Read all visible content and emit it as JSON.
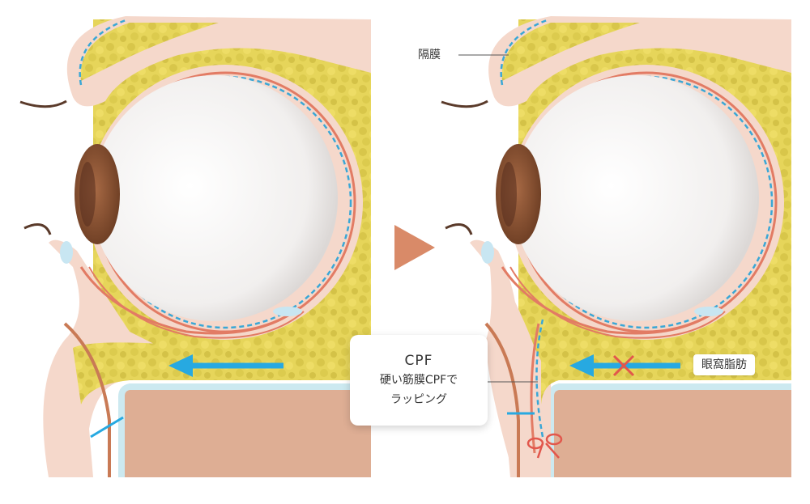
{
  "labels": {
    "septum": "隔膜",
    "orbital_fat": "眼窩脂肪",
    "callout_title": "CPF",
    "callout_line1": "硬い筋膜CPFで",
    "callout_line2": "ラッピング"
  },
  "colors": {
    "fat": "#e6d55a",
    "skin": "#f5d8cb",
    "eyeball": "#f4f3f3",
    "iris": "#8a5233",
    "muscle": "#e27b64",
    "septum_line": "#3aa7d6",
    "arrow": "#27a9e1",
    "bone": "#deae94",
    "transition_arrow": "#d98a68"
  }
}
